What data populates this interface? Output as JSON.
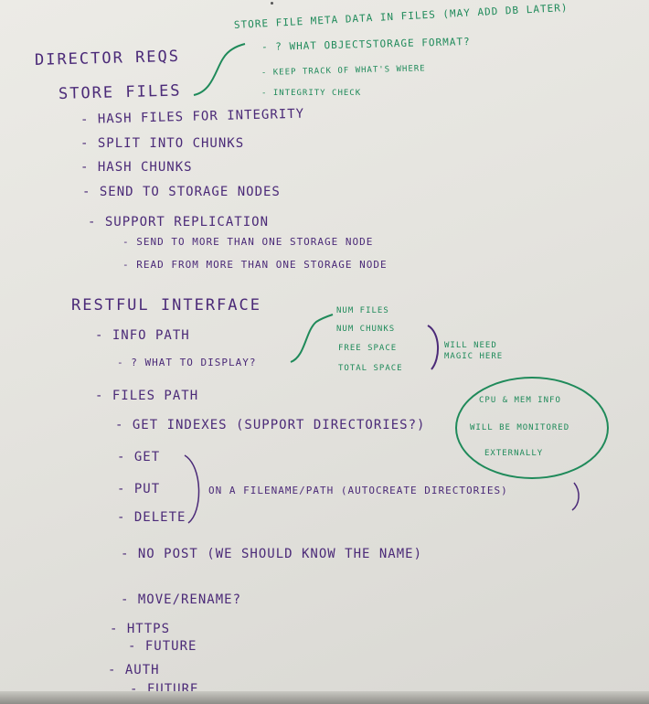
{
  "whiteboard": {
    "main": {
      "director_reqs": "Director Reqs",
      "store_files": "Store Files",
      "hash_files": "- Hash files for integrity",
      "split_chunks": "- Split into chunks",
      "hash_chunks": "- Hash chunks",
      "send_nodes": "- Send to storage nodes",
      "support_replication": "- Support Replication",
      "send_more": "- Send to more than one storage node",
      "read_more": "- Read from more than one storage node",
      "restful": "Restful Interface",
      "info_path": "- Info Path",
      "what_display": "- ? What to display?",
      "files_path": "- Files Path",
      "get_indexes": "- Get Indexes (Support directories?)",
      "get": "- Get",
      "put": "- Put",
      "delete": "- Delete",
      "on_filename": "On a filename/path (autocreate directories)",
      "no_post": "- No Post (We should know the name)",
      "move_rename": "- Move/Rename?",
      "https": "- Https",
      "https_future": "- Future",
      "auth": "- Auth",
      "auth_future": "- Future"
    },
    "green_notes": {
      "store_meta": "Store file meta data in files (may add DB later)",
      "object_storage": "- ? What objectstorage format?",
      "keep_track": "- Keep track of what's where",
      "integrity_check": "- Integrity check",
      "num_files": "Num files",
      "num_chunks": "Num chunks",
      "free_space": "Free space",
      "total_space": "Total space",
      "will_need_1": "Will need",
      "will_need_2": "magic here",
      "cpu_mem": "CPU & mem info",
      "monitored": "Will be monitored",
      "externally": "externally"
    },
    "colors": {
      "marker_purple": "#4b2a78",
      "marker_green": "#1f8a5a",
      "board": "#e6e5e0"
    }
  }
}
